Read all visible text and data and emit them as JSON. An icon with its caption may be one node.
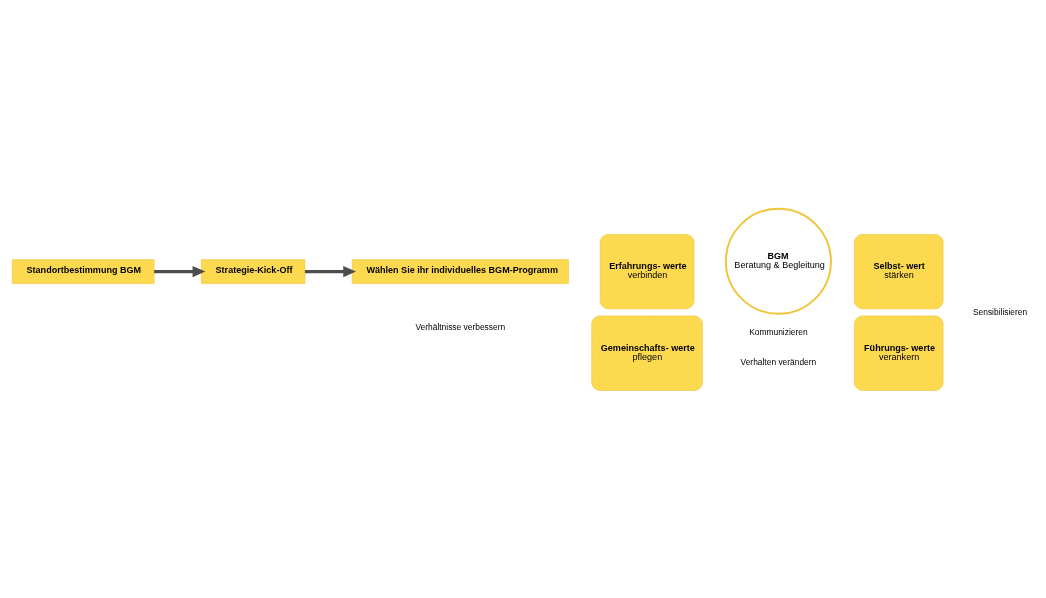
{
  "diagram": {
    "nodes": [
      {
        "text": [
          "Standortbestimmung BGM"
        ]
      },
      {
        "text": [
          "Strategie-Kick-Off"
        ]
      },
      {
        "text": [
          "Wählen Sie ihr individuelles BGM-Programm"
        ]
      },
      {
        "text": [
          "Erfahrungs- werte",
          "verbinden"
        ]
      },
      {
        "text": [
          "Selbst- wert",
          "stärken"
        ]
      },
      {
        "text": [
          "Gemeinschafts- werte",
          "pflegen"
        ]
      },
      {
        "text": [
          "Führungs- werte",
          "verankern"
        ]
      },
      {
        "text": [
          "BGM",
          "Beratung & Begleitung"
        ]
      }
    ],
    "edges": [
      {
        "from": 0,
        "to": 1,
        "arrow": "to"
      },
      {
        "from": 1,
        "to": 2,
        "arrow": "to"
      }
    ],
    "labels": [
      "Kommunizieren",
      "Verhältnisse verbessern",
      "Sensibilisieren",
      "Verhalten verändern"
    ]
  }
}
